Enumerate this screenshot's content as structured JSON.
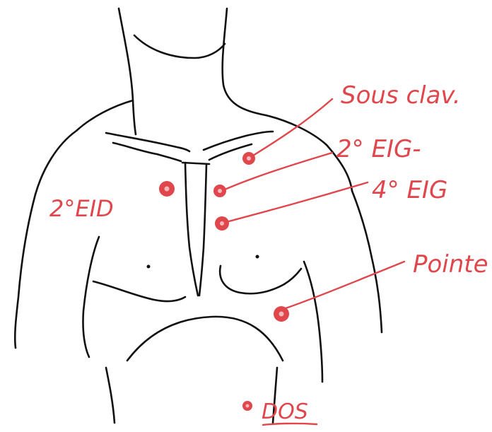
{
  "colors": {
    "ink": "#111111",
    "annotation": "#e0474c",
    "marker_fill": "#e0474c",
    "marker_core": "#f7b6b8"
  },
  "labels": {
    "sous_clav": "Sous clav.",
    "second_eig": "2° EIG-",
    "fourth_eig": "4° EIG",
    "pointe": "Pointe",
    "second_eid": "2°EID",
    "dos": "DOS"
  },
  "markers": [
    {
      "id": "sous-clav",
      "label": "Sous clav."
    },
    {
      "id": "second-eig",
      "label": "2° EIG-"
    },
    {
      "id": "fourth-eig",
      "label": "4° EIG"
    },
    {
      "id": "pointe",
      "label": "Pointe"
    },
    {
      "id": "second-eid",
      "label": "2°EID"
    },
    {
      "id": "dos",
      "label": "DOS"
    }
  ]
}
